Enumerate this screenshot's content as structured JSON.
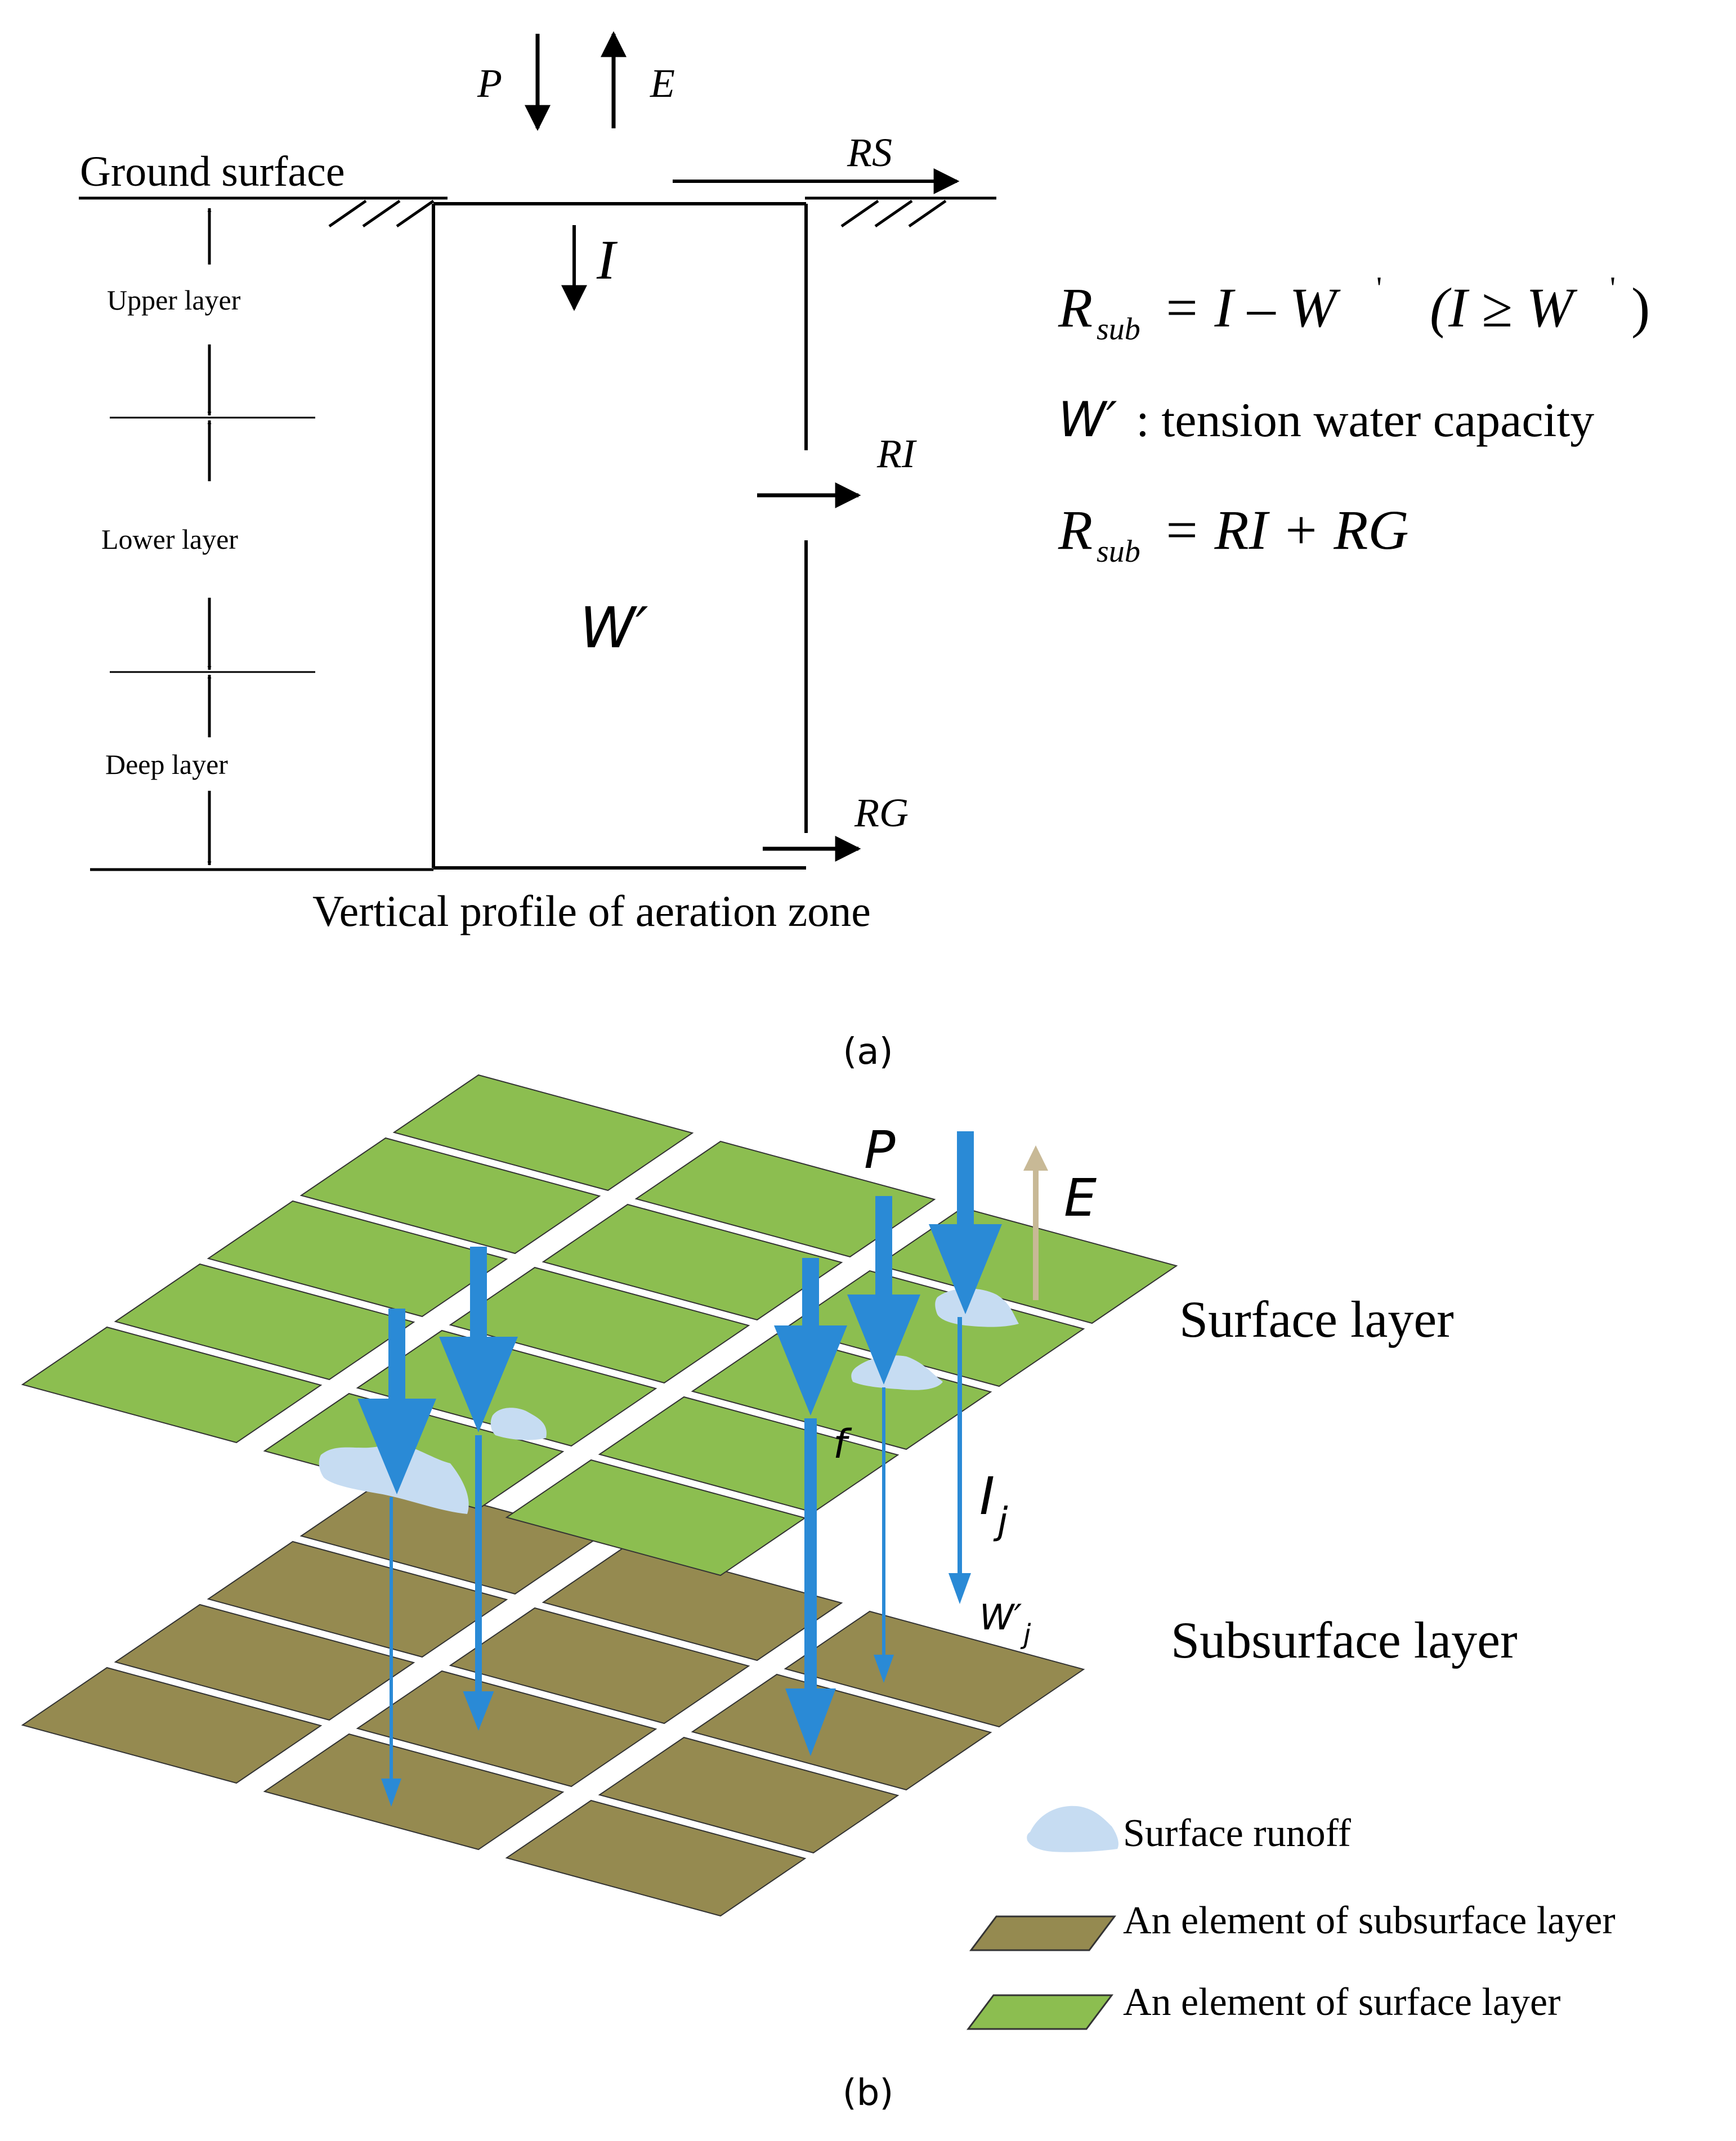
{
  "panel_a": {
    "caption": "(a)",
    "ground_surface": "Ground surface",
    "layers": {
      "upper": "Upper layer",
      "lower": "Lower layer",
      "deep": "Deep layer"
    },
    "fluxes": {
      "P": "P",
      "E": "E",
      "RS": "RS",
      "I": "I",
      "RI": "RI",
      "RG": "RG",
      "W_prime": "W′"
    },
    "profile_label": "Vertical profile of aeration zone",
    "equations": {
      "eq1": {
        "lhs_R": "R",
        "lhs_sub": "sub",
        "rhs": "= I – W",
        "prime": "'",
        "cond": "(I ≥ W",
        "cond_prime": "'",
        "cond_close": ")"
      },
      "eq2": {
        "sym": "W′",
        "text": ": tension water capacity"
      },
      "eq3": {
        "lhs_R": "R",
        "lhs_sub": "sub",
        "rhs": "= RI + RG"
      }
    }
  },
  "panel_b": {
    "caption": "(b)",
    "labels": {
      "P": "P",
      "E": "E",
      "f": "f",
      "Ij_I": "I",
      "Ij_j": "j",
      "Wj_W": "W′",
      "Wj_j": "j"
    },
    "surface_layer": "Surface layer",
    "subsurface_layer": "Subsurface layer",
    "legend": [
      {
        "label": "Surface runoff",
        "color": "#c6dcf2"
      },
      {
        "label": "An element of subsurface layer",
        "color": "#958a50"
      },
      {
        "label": "An element of surface layer",
        "color": "#8cbe50"
      }
    ],
    "colors": {
      "surface": "#8cbe50",
      "subsurface": "#958a50",
      "arrow": "#2a8ad6",
      "runoff": "#c6dcf2",
      "evap": "#c8b996"
    }
  }
}
